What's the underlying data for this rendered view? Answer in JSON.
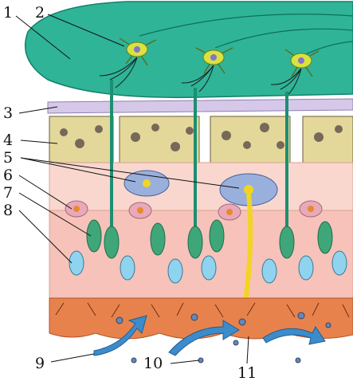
{
  "diagram": {
    "labels": [
      "1",
      "2",
      "3",
      "4",
      "5",
      "6",
      "7",
      "8",
      "9",
      "10",
      "11"
    ]
  },
  "colors": {
    "bulb": "#2fb497",
    "bulb_dark": "#14806a",
    "neuron_body": "#d7e33f",
    "neuron_nucleus": "#8c72c7",
    "lamina": "#d6c8e8",
    "bone": "#e3d89a",
    "bone_holes": "#76695a",
    "epithelium": "#f6c2b9",
    "basal_cell": "#8fd3ee",
    "receptor_cell": "#3fa679",
    "gland": "#9ab0dc",
    "gland_duct": "#f2d422",
    "mucus": "#e8824c",
    "air_arrow": "#3c8ccc"
  }
}
